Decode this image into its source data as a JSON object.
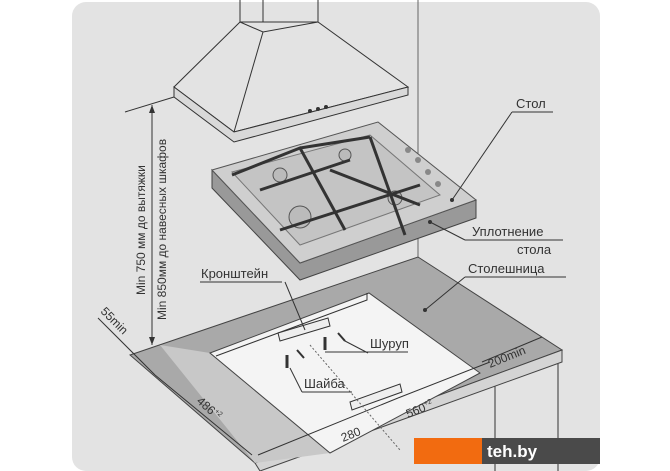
{
  "labels": {
    "table": "Стол",
    "seal_line1": "Уплотнение",
    "seal_line2": "стола",
    "countertop": "Столешница",
    "bracket": "Кронштейн",
    "screw": "Шуруп",
    "washer": "Шайба"
  },
  "dimensions": {
    "hood_height": "Min 750 мм до вытяжки",
    "cabinet_height": "Min 850мм до навесных шкафов",
    "front_offset": "55min",
    "side_offset": "200min",
    "depth": "486",
    "depth_tol": "+2",
    "width": "560",
    "width_tol": "+2",
    "half_width": "280"
  },
  "watermark": {
    "text": "teh.by",
    "colors": {
      "orange": "#f26b10",
      "dark": "#4a4a4a"
    }
  },
  "colors": {
    "background": "#e3e3e3",
    "countertop": "#a9a9a9",
    "cutout": "#f4f4f4"
  }
}
